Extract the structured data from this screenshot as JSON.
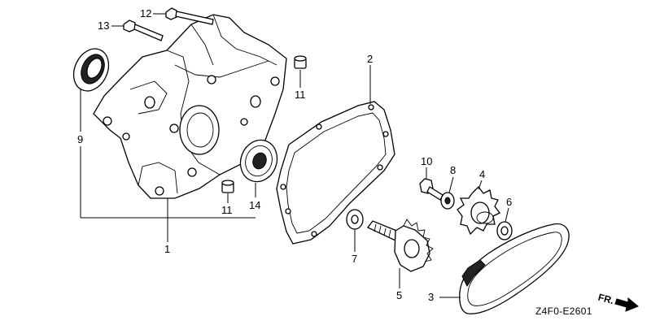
{
  "callouts": {
    "c1": "1",
    "c2": "2",
    "c3": "3",
    "c4": "4",
    "c5": "5",
    "c6": "6",
    "c7": "7",
    "c8": "8",
    "c9": "9",
    "c10": "10",
    "c11a": "11",
    "c11b": "11",
    "c12": "12",
    "c13": "13",
    "c14": "14"
  },
  "diagram_code": "Z4F0-E2601",
  "direction_label": "FR."
}
